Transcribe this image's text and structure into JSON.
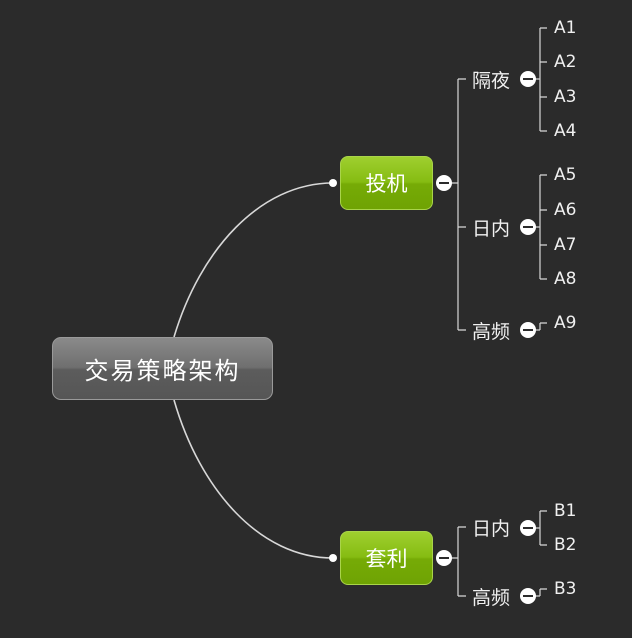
{
  "map": {
    "root": {
      "label": "交易策略架构"
    },
    "branches": [
      {
        "label": "投机",
        "children": [
          {
            "label": "隔夜",
            "leaves": [
              "A1",
              "A2",
              "A3",
              "A4"
            ]
          },
          {
            "label": "日内",
            "leaves": [
              "A5",
              "A6",
              "A7",
              "A8"
            ]
          },
          {
            "label": "高频",
            "leaves": [
              "A9"
            ]
          }
        ]
      },
      {
        "label": "套利",
        "children": [
          {
            "label": "日内",
            "leaves": [
              "B1",
              "B2"
            ]
          },
          {
            "label": "高频",
            "leaves": [
              "B3"
            ]
          }
        ]
      }
    ]
  },
  "colors": {
    "background": "#2b2b2b",
    "main_topic": "#86bc12",
    "root_topic": "#6f6f6f",
    "line": "#d8d8d8"
  }
}
